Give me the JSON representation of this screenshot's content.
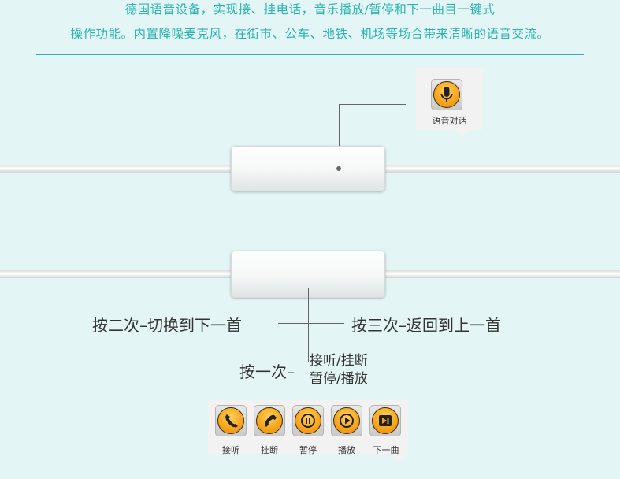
{
  "header": {
    "line1": "德国语音设备，实现接、挂电话，音乐播放/暂停和下一曲目一键式",
    "line2": "操作功能。内置降噪麦克风，在街市、公车、地铁、机场等场合带来清晰的语音交流。"
  },
  "mic_panel": {
    "label": "语音对话",
    "icon": "microphone-icon"
  },
  "controls": {
    "press_two": "按二次–切换到下一首",
    "press_three": "按三次–返回到上一首",
    "press_one": "按一次–",
    "press_one_line1": "接听/挂断",
    "press_one_line2": "暂停/播放"
  },
  "button_bar": {
    "buttons": [
      {
        "label": "接听",
        "icon": "phone-answer-icon"
      },
      {
        "label": "挂断",
        "icon": "phone-hangup-icon"
      },
      {
        "label": "暂停",
        "icon": "pause-icon"
      },
      {
        "label": "播放",
        "icon": "play-icon"
      },
      {
        "label": "下一曲",
        "icon": "next-track-icon"
      }
    ]
  },
  "colors": {
    "accent": "#2ab3b0",
    "button": "#f7a31a",
    "background": "#e3f6f5"
  }
}
